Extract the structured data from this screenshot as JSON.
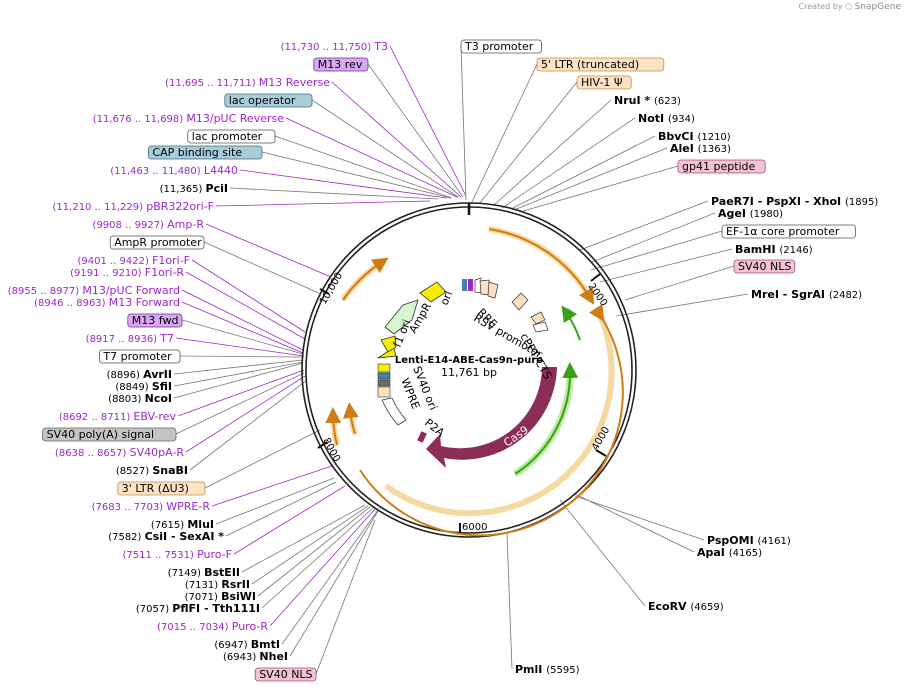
{
  "branding": {
    "created_by": "Created by",
    "app": "SnapGene"
  },
  "plasmid": {
    "name": "Lenti-E14-ABE-Cas9n-puro",
    "length": 11761,
    "size_label": "11,761 bp"
  },
  "colors": {
    "primer": "#9c27c9",
    "cds": "#8b2d57",
    "ori": "#f5ee00",
    "promoter_fill": "#ffffff",
    "ltr": "#fde0c2",
    "misc": "#f4b8d0",
    "orange": "#cf7c12"
  },
  "ticks": [
    "2000",
    "4000",
    "6000",
    "8000",
    "10,000"
  ],
  "inner_features": [
    "ori",
    "RRE",
    "RSV promoter",
    "cPPT/CTS",
    "Cas9",
    "P2A",
    "WPRE",
    "SV40 ori",
    "f1 ori",
    "AmpR"
  ],
  "left_labels": [
    {
      "kind": "primer",
      "pos": "(11,730 .. 11,750)",
      "name": "T3"
    },
    {
      "kind": "feature",
      "name": "M13 rev",
      "style": "purple"
    },
    {
      "kind": "primer",
      "pos": "(11,695 .. 11,711)",
      "name": "M13 Reverse"
    },
    {
      "kind": "feature",
      "name": "lac operator",
      "style": "teal"
    },
    {
      "kind": "primer",
      "pos": "(11,676 .. 11,698)",
      "name": "M13/pUC Reverse"
    },
    {
      "kind": "feature",
      "name": "lac promoter",
      "style": "white"
    },
    {
      "kind": "feature",
      "name": "CAP binding site",
      "style": "teal"
    },
    {
      "kind": "primer",
      "pos": "(11,463 .. 11,480)",
      "name": "L4440"
    },
    {
      "kind": "enzyme",
      "pos": "(11,365)",
      "name": "PciI"
    },
    {
      "kind": "primer",
      "pos": "(11,210 .. 11,229)",
      "name": "pBR322ori-F"
    },
    {
      "kind": "primer",
      "pos": "(9908 .. 9927)",
      "name": "Amp-R"
    },
    {
      "kind": "feature",
      "name": "AmpR promoter",
      "style": "white"
    },
    {
      "kind": "primer",
      "pos": "(9401 .. 9422)",
      "name": "F1ori-F"
    },
    {
      "kind": "primer",
      "pos": "(9191 .. 9210)",
      "name": "F1ori-R"
    },
    {
      "kind": "primer",
      "pos": "(8955 .. 8977)",
      "name": "M13/pUC Forward"
    },
    {
      "kind": "primer",
      "pos": "(8946 .. 8963)",
      "name": "M13 Forward"
    },
    {
      "kind": "feature",
      "name": "M13 fwd",
      "style": "purple"
    },
    {
      "kind": "primer",
      "pos": "(8917 .. 8936)",
      "name": "T7"
    },
    {
      "kind": "feature",
      "name": "T7 promoter",
      "style": "white"
    },
    {
      "kind": "enzyme",
      "pos": "(8896)",
      "name": "AvrII"
    },
    {
      "kind": "enzyme",
      "pos": "(8849)",
      "name": "SfiI"
    },
    {
      "kind": "enzyme",
      "pos": "(8803)",
      "name": "NcoI"
    },
    {
      "kind": "primer",
      "pos": "(8692 .. 8711)",
      "name": "EBV-rev"
    },
    {
      "kind": "feature",
      "name": "SV40 poly(A) signal",
      "style": "gray"
    },
    {
      "kind": "primer",
      "pos": "(8638 .. 8657)",
      "name": "SV40pA-R"
    },
    {
      "kind": "enzyme",
      "pos": "(8527)",
      "name": "SnaBI"
    },
    {
      "kind": "feature",
      "name": "3' LTR (ΔU3)",
      "style": "peach"
    },
    {
      "kind": "primer",
      "pos": "(7683 .. 7703)",
      "name": "WPRE-R"
    },
    {
      "kind": "enzyme",
      "pos": "(7615)",
      "name": "MluI"
    },
    {
      "kind": "enzyme",
      "pos": "(7582)",
      "name": "CsiI  -  SexAI *"
    },
    {
      "kind": "primer",
      "pos": "(7511 .. 7531)",
      "name": "Puro-F"
    },
    {
      "kind": "enzyme",
      "pos": "(7149)",
      "name": "BstEII"
    },
    {
      "kind": "enzyme",
      "pos": "(7131)",
      "name": "RsrII"
    },
    {
      "kind": "enzyme",
      "pos": "(7071)",
      "name": "BsiWI"
    },
    {
      "kind": "enzyme",
      "pos": "(7057)",
      "name": "PflFI  -  Tth111I"
    },
    {
      "kind": "primer",
      "pos": "(7015 .. 7034)",
      "name": "Puro-R"
    },
    {
      "kind": "enzyme",
      "pos": "(6947)",
      "name": "BmtI"
    },
    {
      "kind": "enzyme",
      "pos": "(6943)",
      "name": "NheI"
    },
    {
      "kind": "feature",
      "name": "SV40 NLS",
      "style": "pink"
    }
  ],
  "right_labels": [
    {
      "kind": "feature",
      "name": "T3 promoter",
      "style": "white"
    },
    {
      "kind": "feature",
      "name": "5' LTR (truncated)",
      "style": "peach"
    },
    {
      "kind": "feature",
      "name": "HIV-1 Ψ",
      "style": "peach"
    },
    {
      "kind": "enzyme",
      "name": "NruI *",
      "pos": "(623)"
    },
    {
      "kind": "enzyme",
      "name": "NotI",
      "pos": "(934)"
    },
    {
      "kind": "enzyme",
      "name": "BbvCI",
      "pos": "(1210)"
    },
    {
      "kind": "enzyme",
      "name": "AleI",
      "pos": "(1363)"
    },
    {
      "kind": "feature",
      "name": "gp41 peptide",
      "style": "pink"
    },
    {
      "kind": "enzyme",
      "name": "PaeR7I  -  PspXI  -  XhoI",
      "pos": "(1895)"
    },
    {
      "kind": "enzyme",
      "name": "AgeI",
      "pos": "(1980)"
    },
    {
      "kind": "feature",
      "name": "EF-1α core promoter",
      "style": "white"
    },
    {
      "kind": "enzyme",
      "name": "BamHI",
      "pos": "(2146)"
    },
    {
      "kind": "feature",
      "name": "SV40 NLS",
      "style": "pink"
    },
    {
      "kind": "enzyme",
      "name": "MreI  -  SgrAI",
      "pos": "(2482)"
    },
    {
      "kind": "enzyme",
      "name": "PspOMI",
      "pos": "(4161)"
    },
    {
      "kind": "enzyme",
      "name": "ApaI",
      "pos": "(4165)"
    },
    {
      "kind": "enzyme",
      "name": "EcoRV",
      "pos": "(4659)"
    },
    {
      "kind": "enzyme",
      "name": "PmlI",
      "pos": "(5595)"
    }
  ]
}
